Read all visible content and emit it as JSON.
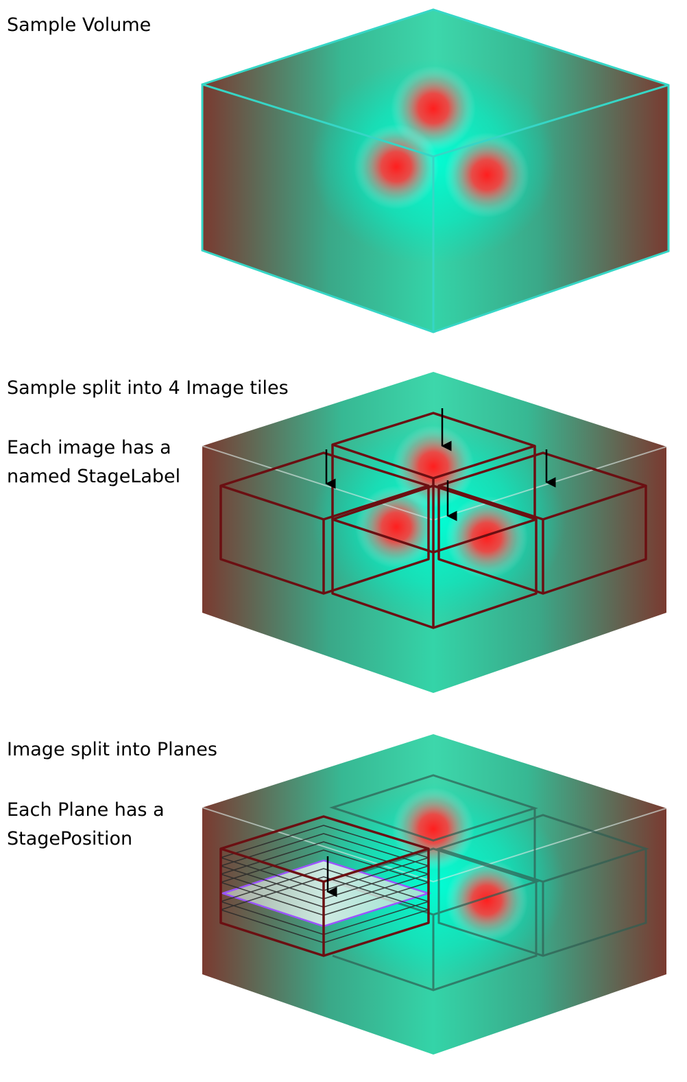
{
  "panels": [
    {
      "lines": [
        "Sample Volume"
      ]
    },
    {
      "lines": [
        "Sample split into 4 Image tiles"
      ],
      "note": [
        "Each image has a",
        "named StageLabel"
      ]
    },
    {
      "lines": [
        "Image split into Planes"
      ],
      "note": [
        "Each Plane has a",
        "StagePosition"
      ]
    }
  ],
  "colors": {
    "volume_light": "#00f2cc",
    "volume_mid": "#3ccfa4",
    "volume_dark": "#7a3a30",
    "sample_core": "#ff2a2a",
    "tile_edge": "#6b0f12",
    "plane_edge": "#9b55ff",
    "arrow": "#000000",
    "outline": "#36d6c6"
  }
}
